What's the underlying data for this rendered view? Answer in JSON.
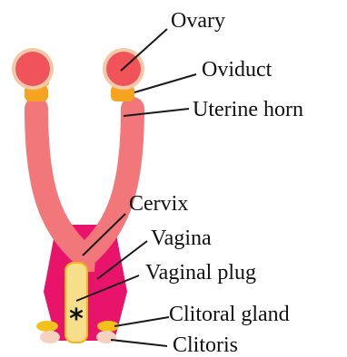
{
  "labels": {
    "ovary": "Ovary",
    "oviduct": "Oviduct",
    "uterine_horn": "Uterine horn",
    "cervix": "Cervix",
    "vagina": "Vagina",
    "vaginal_plug": "Vaginal plug",
    "clitoral_gland": "Clitoral gland",
    "clitoris": "Clitoris",
    "plug_marker": "*"
  },
  "colors": {
    "ovary": "#f0545a",
    "ovary_outline": "#f3c9a8",
    "oviduct": "#f6a31f",
    "uterine_horn": "#f2777a",
    "vagina": "#e8136a",
    "vaginal_plug": "#f6df8a",
    "clitoral_gland": "#f2c21a",
    "clitoris": "#f5d2c0",
    "leader_line": "#1a1a1a"
  }
}
